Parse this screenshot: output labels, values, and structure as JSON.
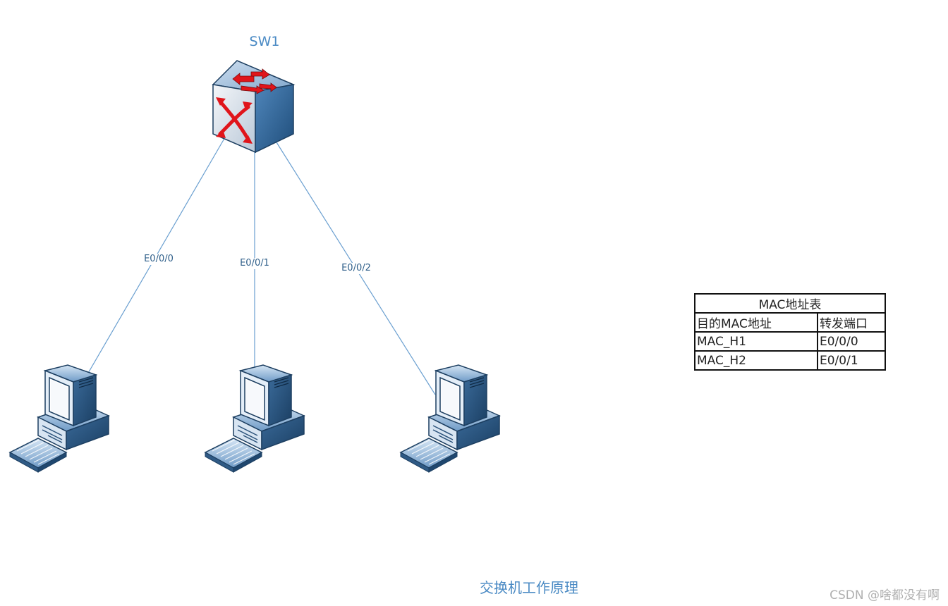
{
  "switch": {
    "label": "SW1",
    "icon": "switch-icon"
  },
  "links": [
    {
      "port": "E0/0/0"
    },
    {
      "port": "E0/0/1"
    },
    {
      "port": "E0/0/2"
    }
  ],
  "hosts": [
    {
      "icon": "computer-icon"
    },
    {
      "icon": "computer-icon"
    },
    {
      "icon": "computer-icon"
    }
  ],
  "mac_table": {
    "title": "MAC地址表",
    "headers": [
      "目的MAC地址",
      "转发端口"
    ],
    "rows": [
      [
        "MAC_H1",
        "E0/0/0"
      ],
      [
        "MAC_H2",
        "E0/0/1"
      ]
    ]
  },
  "caption": "交换机工作原理",
  "watermark": "CSDN @啥都没有啊",
  "colors": {
    "link": "#6a9fd0",
    "accent_text": "#4a8ac4",
    "device_blue": "#3d6e9c"
  }
}
